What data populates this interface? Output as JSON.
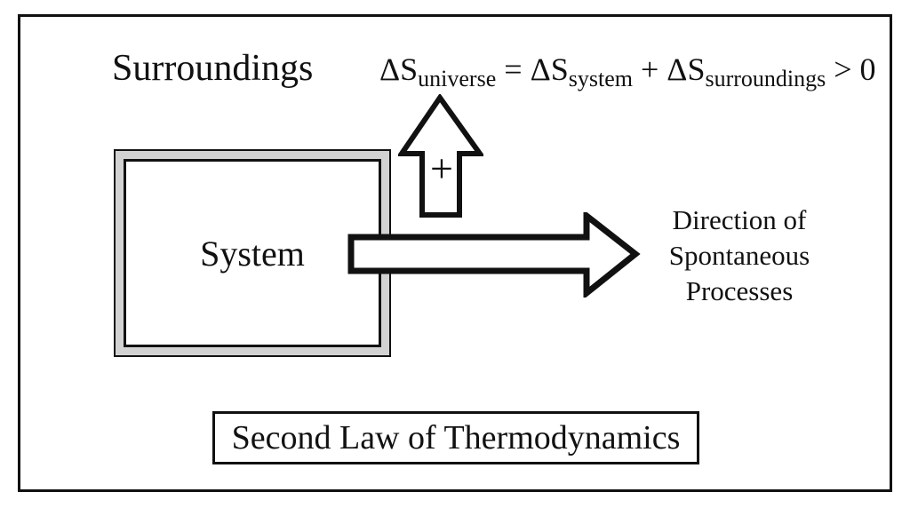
{
  "figure": {
    "surroundings_label": "Surroundings",
    "system_label": "System",
    "equation": {
      "term1": "ΔS",
      "term1_sub": "universe",
      "op1": " = ",
      "term2": "ΔS",
      "term2_sub": "system",
      "op2": " + ",
      "term3": "ΔS",
      "term3_sub": "surroundings",
      "tail": " > 0"
    },
    "up_arrow_plus": "+",
    "direction_label_lines": [
      "Direction of",
      "Spontaneous",
      "Processes"
    ],
    "caption": "Second Law of Thermodynamics",
    "colors": {
      "ink": "#111111",
      "system_wall_fill": "#d2d2d2",
      "background": "#ffffff"
    }
  }
}
